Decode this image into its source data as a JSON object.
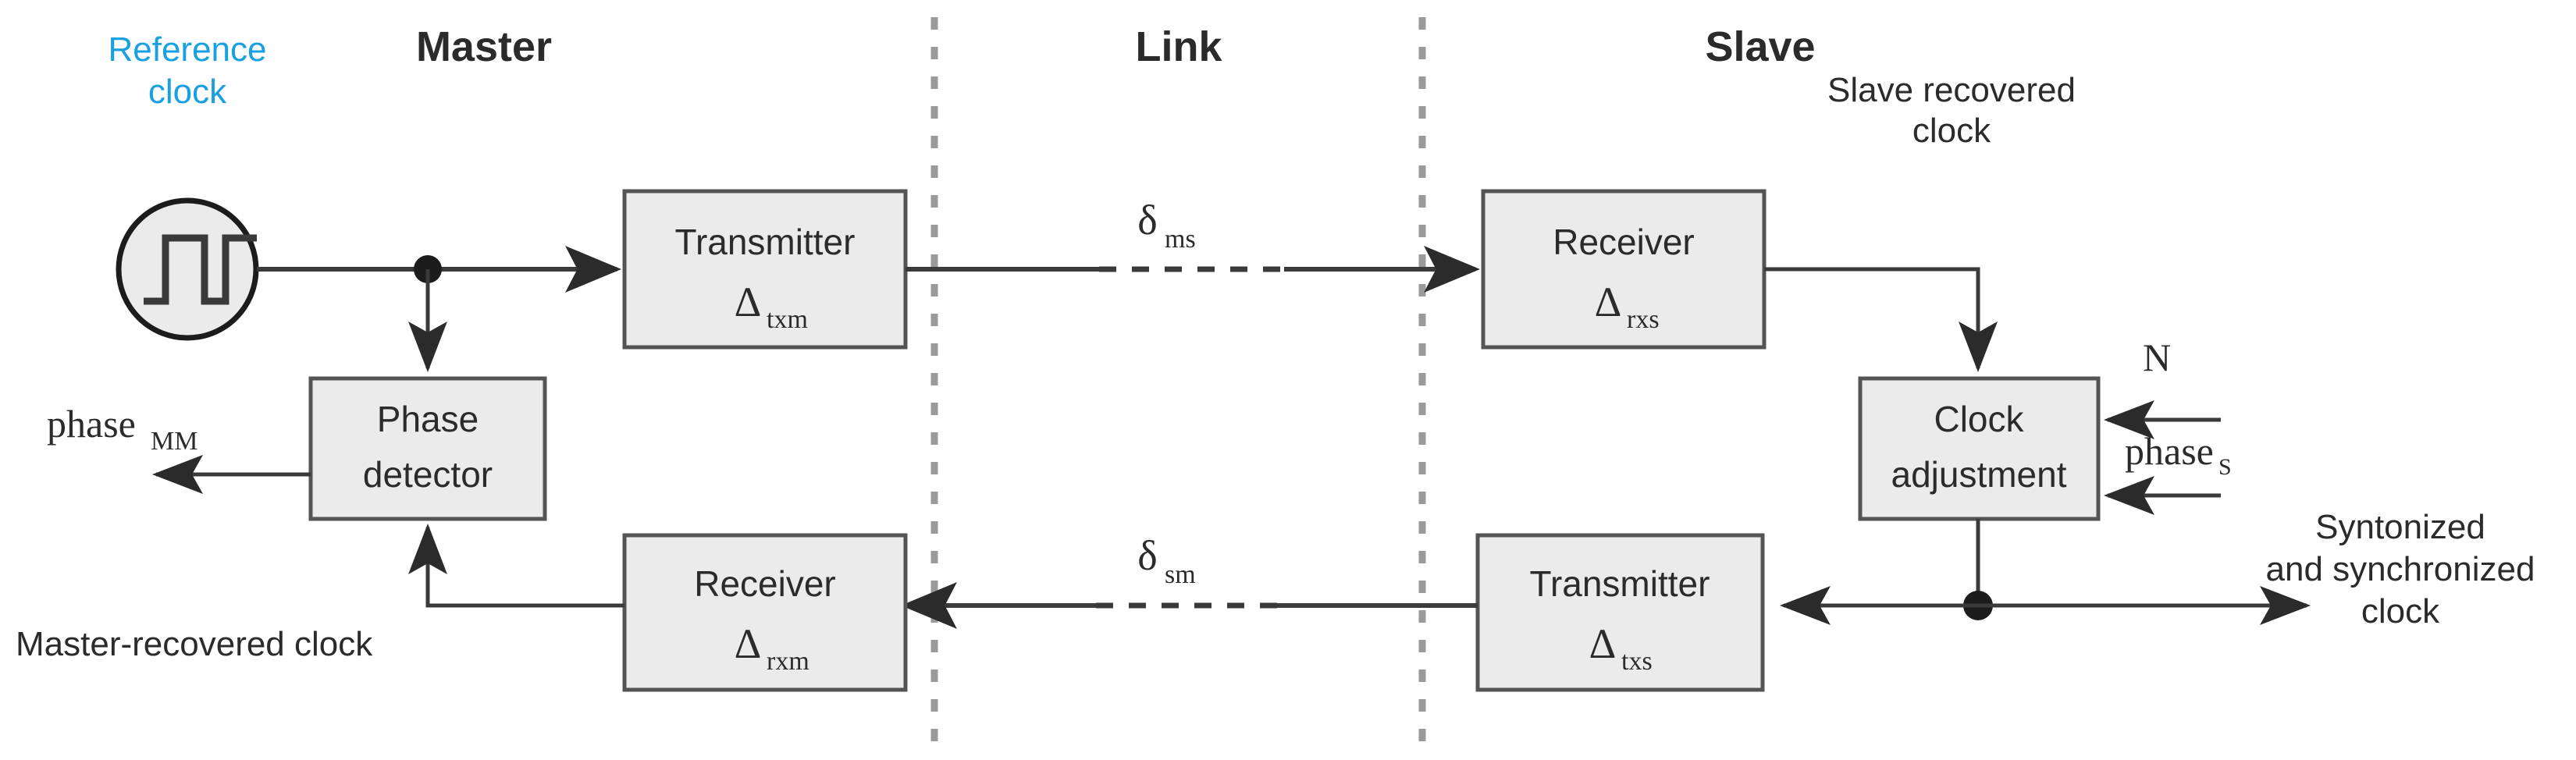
{
  "diagram": {
    "title_headers": [
      {
        "id": "master",
        "label": "Master"
      },
      {
        "id": "link",
        "label": "Link"
      },
      {
        "id": "slave",
        "label": "Slave"
      }
    ],
    "reference_clock": {
      "label_line1": "Reference",
      "label_line2": "clock",
      "color": "#18a0e0",
      "icon": "square-wave-clock-icon"
    },
    "blocks": [
      {
        "id": "transmitter-master",
        "line1": "Transmitter",
        "sym": "Δ",
        "sub": "txm"
      },
      {
        "id": "phase-detector",
        "line1": "Phase",
        "line2": "detector"
      },
      {
        "id": "receiver-master",
        "line1": "Receiver",
        "sym": "Δ",
        "sub": "rxm"
      },
      {
        "id": "receiver-slave",
        "line1": "Receiver",
        "sym": "Δ",
        "sub": "rxs"
      },
      {
        "id": "clock-adjustment",
        "line1": "Clock",
        "line2": "adjustment"
      },
      {
        "id": "transmitter-slave",
        "line1": "Transmitter",
        "sym": "Δ",
        "sub": "txs"
      }
    ],
    "link_labels": [
      {
        "id": "delta-ms",
        "sym": "δ",
        "sub": "ms"
      },
      {
        "id": "delta-sm",
        "sym": "δ",
        "sub": "sm"
      }
    ],
    "annotations": {
      "phase_mm": {
        "sym": "phase",
        "sub": "MM"
      },
      "slave_recovered": {
        "line1": "Slave recovered",
        "line2": "clock"
      },
      "master_recovered": {
        "line1": "Master-recovered clock"
      },
      "n_input": {
        "sym": "N"
      },
      "phase_s_input": {
        "sym": "phase",
        "sub": "S"
      },
      "output_clock": {
        "line1": "Syntonized",
        "line2": "and synchronized",
        "line3": "clock"
      }
    },
    "colors": {
      "block_fill": "#ebebeb",
      "block_stroke": "#545454",
      "wire": "#3a3a3a",
      "divider": "#9a9a9a",
      "accent": "#18a0e0",
      "text": "#2b2b2b"
    }
  }
}
